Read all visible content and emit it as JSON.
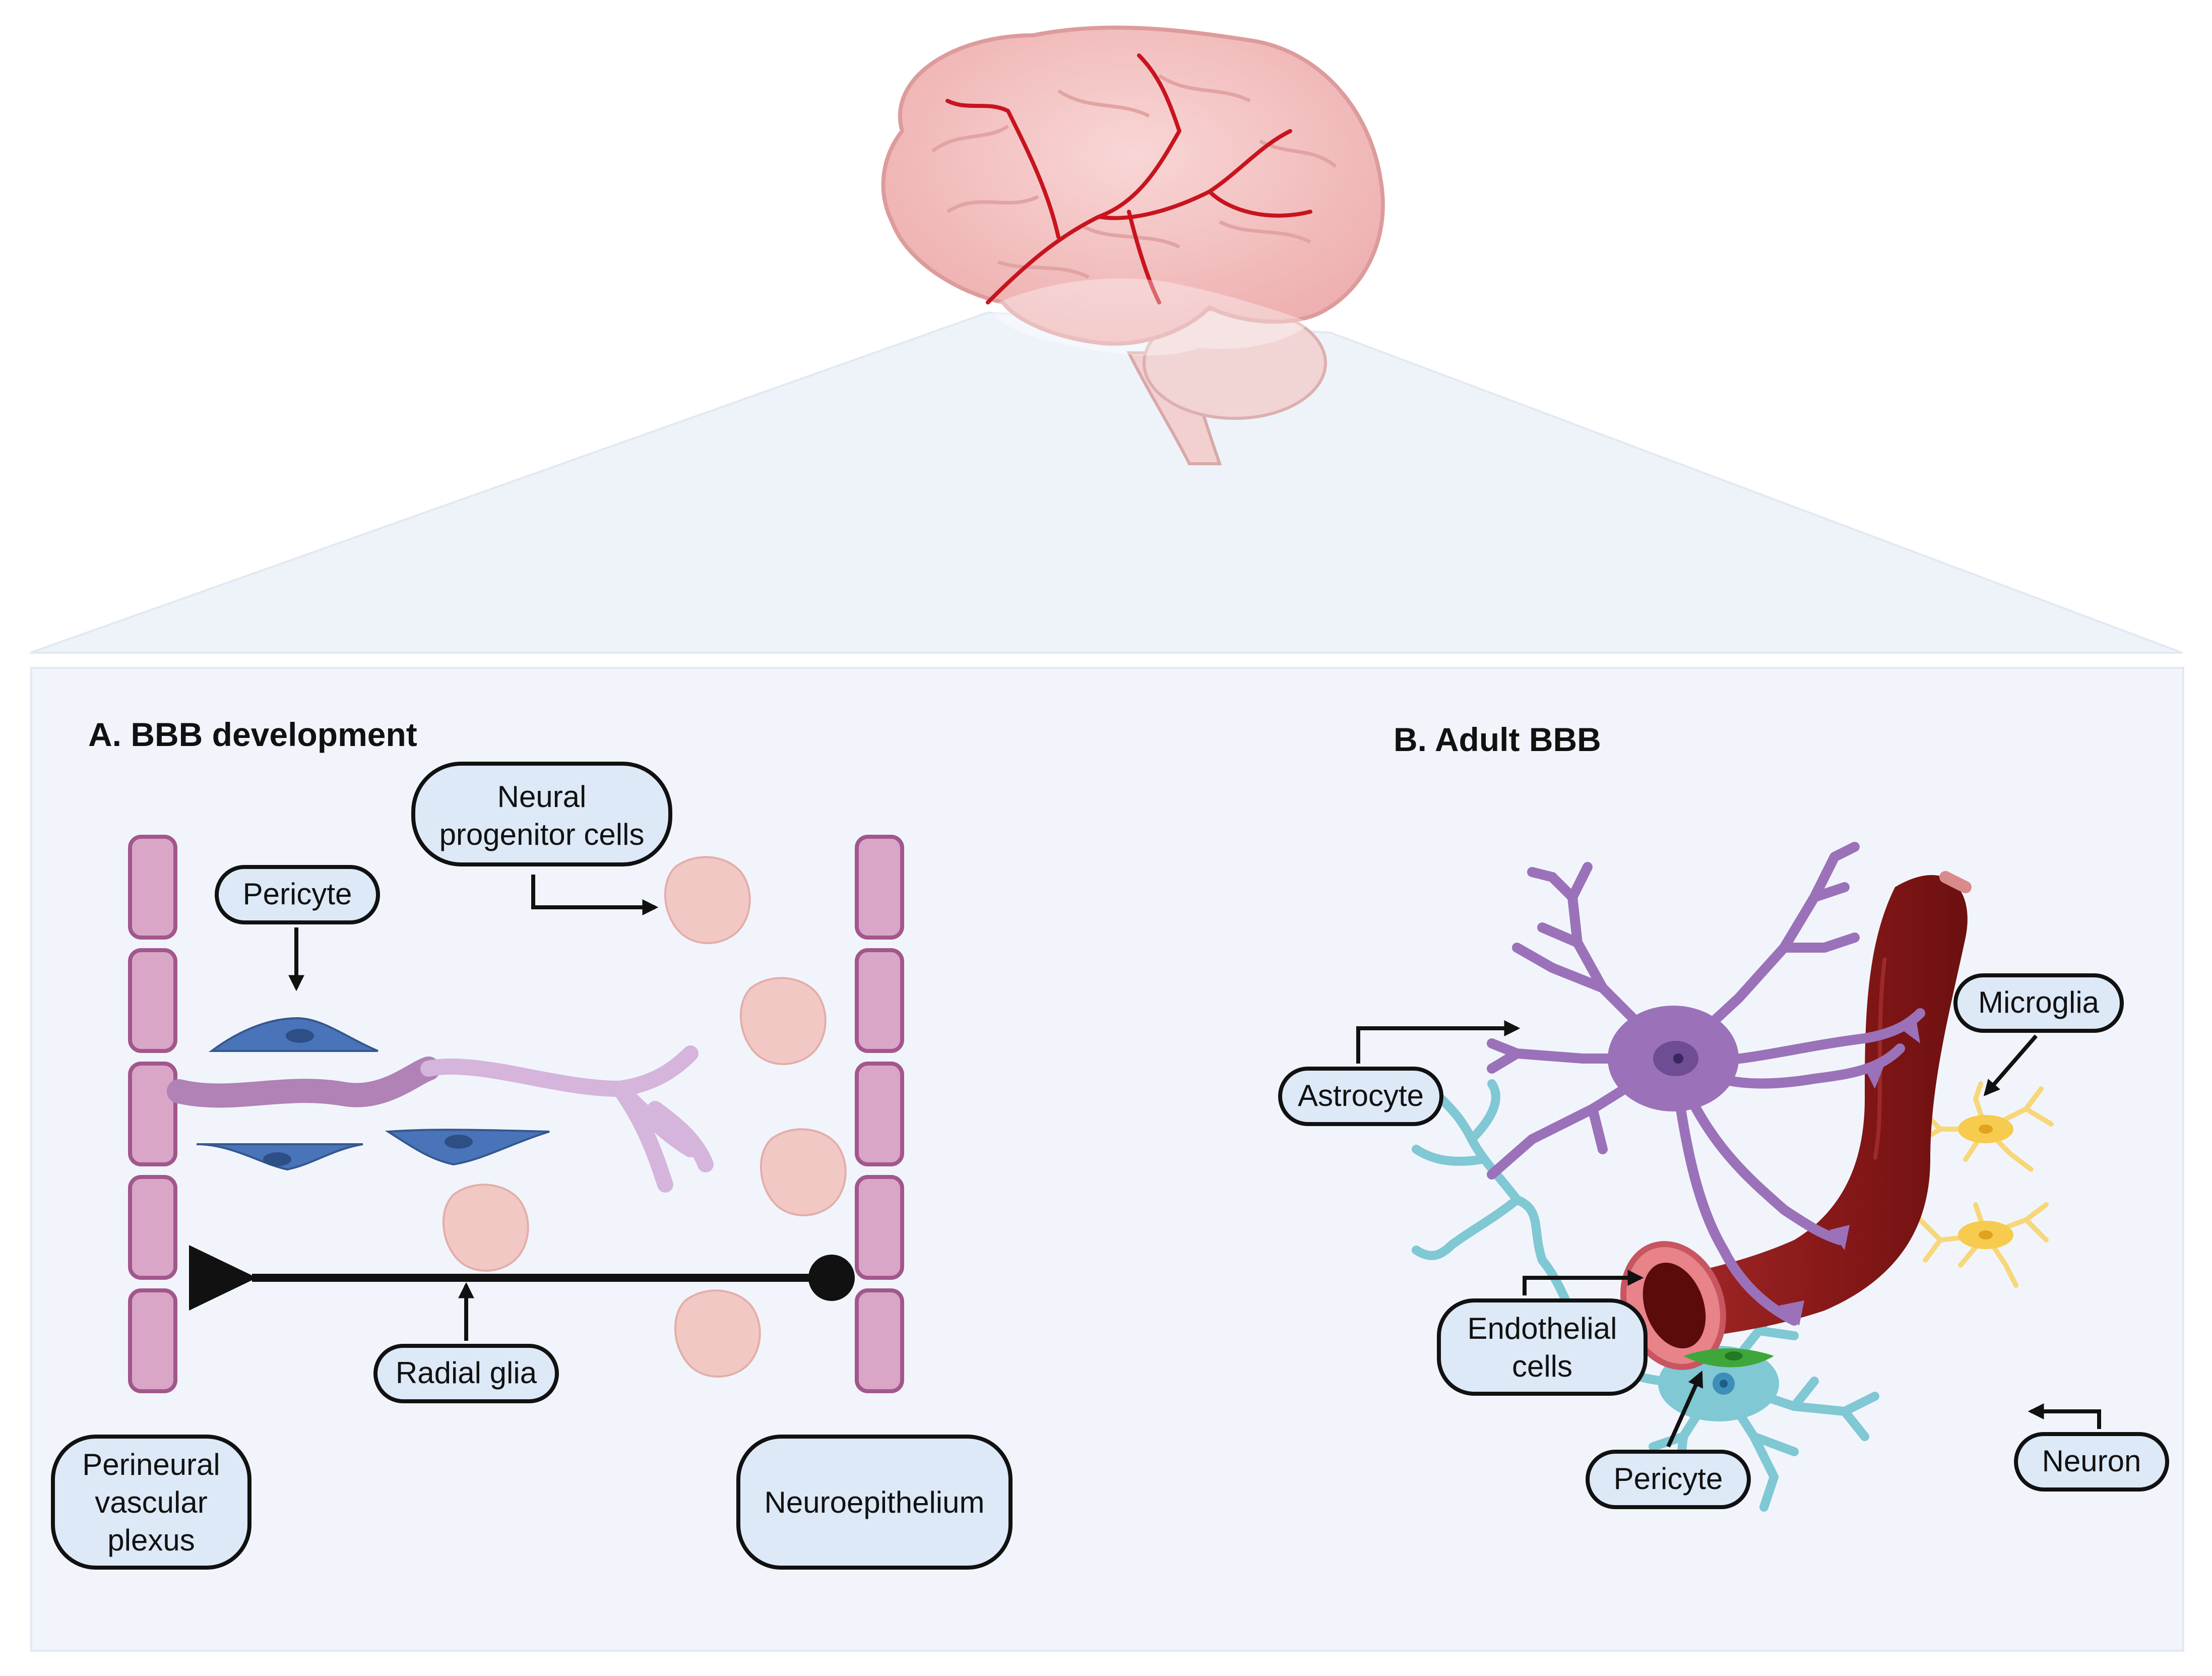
{
  "panel_a": {
    "title": "A. BBB development",
    "labels": {
      "neural_progenitor_line1": "Neural",
      "neural_progenitor_line2": "progenitor cells",
      "pericyte": "Pericyte",
      "radial_glia": "Radial glia",
      "perineural_line1": "Perineural",
      "perineural_line2": "vascular",
      "perineural_line3": "plexus",
      "neuroepithelium": "Neuroepithelium"
    }
  },
  "panel_b": {
    "title": "B. Adult BBB",
    "labels": {
      "astrocyte": "Astrocyte",
      "microglia": "Microglia",
      "endothelial_line1": "Endothelial",
      "endothelial_line2": "cells",
      "pericyte": "Pericyte",
      "neuron": "Neuron"
    }
  },
  "colors": {
    "brain": "#f4c4c4",
    "vessel_red": "#8b1a1a",
    "endothelial_tube": "#c994bc",
    "pericyte_blue": "#4a74b9",
    "astrocyte_purple": "#9b72b9",
    "neuron_cyan": "#7fc8d4",
    "microglia_yellow": "#f7d77a",
    "progenitor_pink": "#f2c8c4",
    "label_fill": "#dde9f6",
    "panel_bg": "#f1f5fb"
  }
}
